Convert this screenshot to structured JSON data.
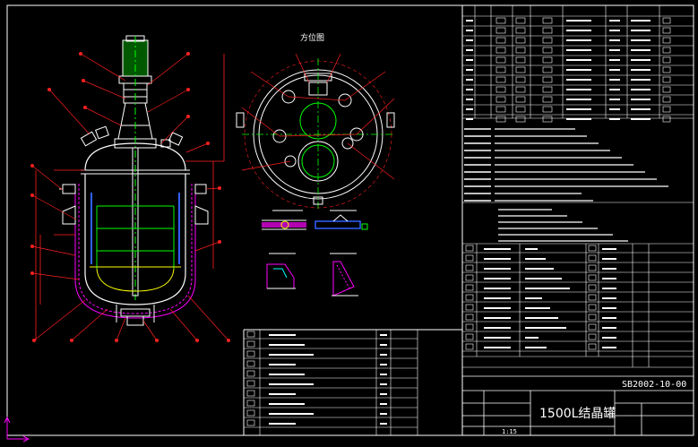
{
  "drawing": {
    "number": "SB2002-10-00",
    "title": "1500L结晶罐",
    "scale": "1:15",
    "view_label": "方位图"
  },
  "colors": {
    "background": "#000000",
    "frame": "#ffffff",
    "outline": "#ffffff",
    "leader": "#ff2020",
    "center": "#00ff00",
    "blue": "#3060ff",
    "yellow": "#ffff00",
    "magenta": "#ff00ff",
    "cyan": "#00ffff"
  }
}
